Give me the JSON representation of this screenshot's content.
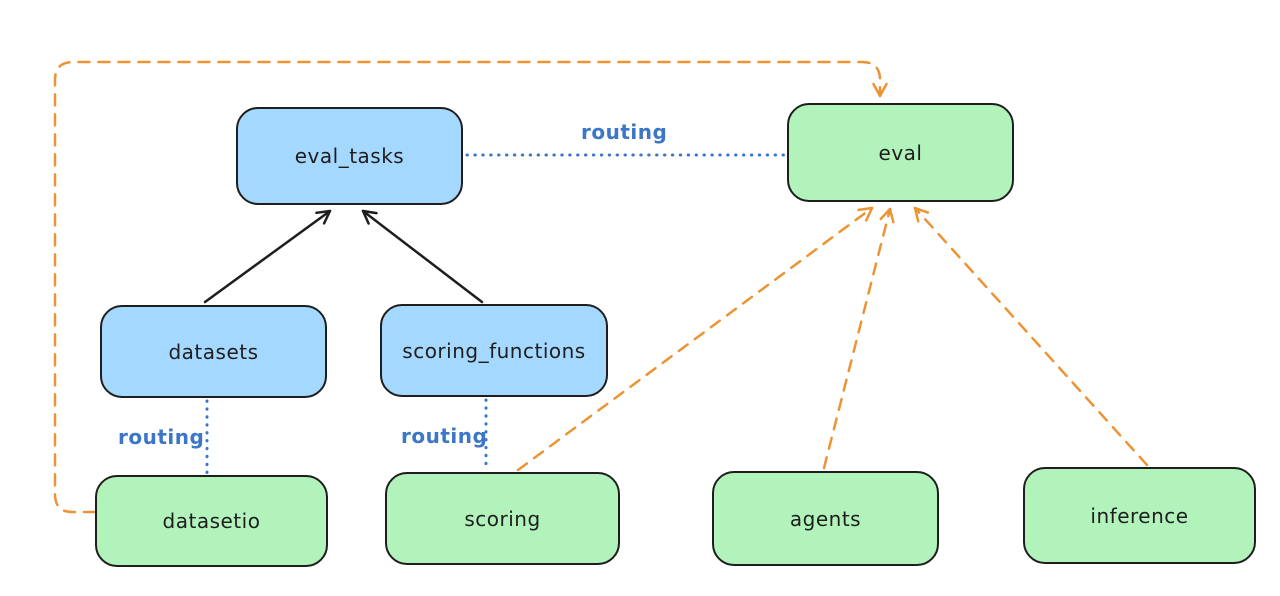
{
  "colors": {
    "background": "#ffffff",
    "blue-fill": "#a5d8ff",
    "green-fill": "#b2f2bb",
    "stroke": "#1e1e1e",
    "orange": "#ec9434",
    "routing-blue": "#3b76c9"
  },
  "diagram": {
    "nodes": {
      "eval_tasks": {
        "label": "eval_tasks",
        "color": "blue"
      },
      "eval": {
        "label": "eval",
        "color": "green"
      },
      "datasets": {
        "label": "datasets",
        "color": "blue"
      },
      "scoring_functions": {
        "label": "scoring_functions",
        "color": "blue"
      },
      "datasetio": {
        "label": "datasetio",
        "color": "green"
      },
      "scoring": {
        "label": "scoring",
        "color": "green"
      },
      "agents": {
        "label": "agents",
        "color": "green"
      },
      "inference": {
        "label": "inference",
        "color": "green"
      }
    },
    "edges": {
      "eval_tasks_to_eval": {
        "label": "routing",
        "style": "blue-dotted"
      },
      "datasets_to_datasetio": {
        "label": "routing",
        "style": "blue-dotted"
      },
      "scoring_functions_to_scoring": {
        "label": "routing",
        "style": "blue-dotted"
      },
      "datasets_to_eval_tasks": {
        "style": "black-solid-arrow"
      },
      "scoring_functions_to_eval_tasks": {
        "style": "black-solid-arrow"
      },
      "datasetio_to_eval": {
        "style": "orange-dashed-arrow"
      },
      "scoring_to_eval": {
        "style": "orange-dashed-arrow"
      },
      "agents_to_eval": {
        "style": "orange-dashed-arrow"
      },
      "inference_to_eval": {
        "style": "orange-dashed-arrow"
      }
    }
  }
}
